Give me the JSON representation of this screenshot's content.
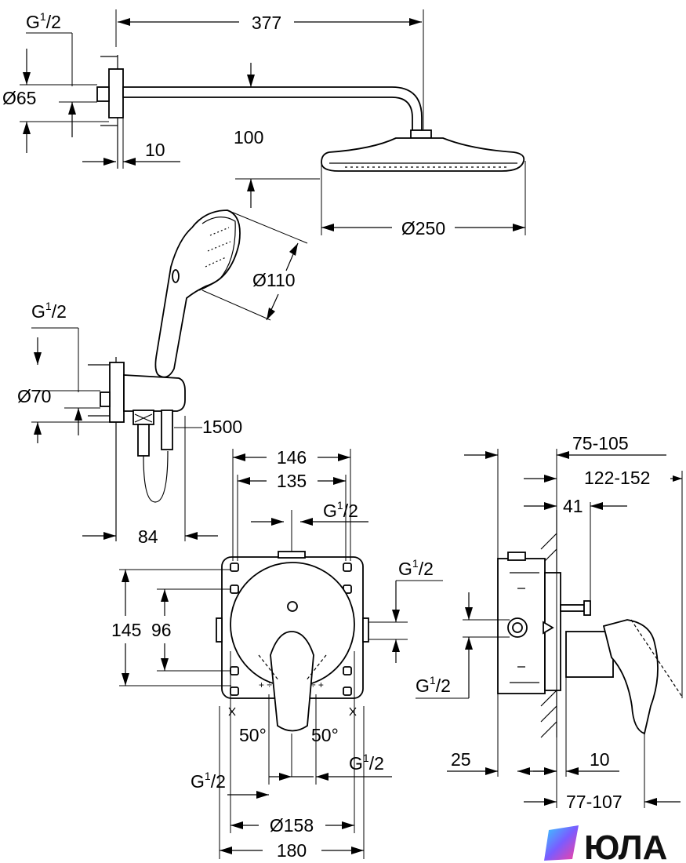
{
  "overhead_shower": {
    "arm_length": "377",
    "thread": "G",
    "thread_num": "1",
    "thread_den": "2",
    "flange_diameter": "Ø65",
    "wall_gap": "10",
    "arm_drop": "100",
    "head_diameter": "Ø250"
  },
  "hand_shower": {
    "head_diameter": "Ø110",
    "thread": "G",
    "thread_num": "1",
    "thread_den": "2",
    "outlet_diameter": "Ø70",
    "hose_length": "1500",
    "projection": "84"
  },
  "mixer_front": {
    "width_outer": "146",
    "width_inner": "135",
    "thread_top": "G",
    "thread_right": "G",
    "thread_bottom_left": "G",
    "thread_bottom_right": "G",
    "thread_num": "1",
    "thread_den": "2",
    "height_outer": "145",
    "height_inner": "96",
    "angle_left": "50°",
    "angle_right": "50°",
    "rosette_diameter": "Ø158",
    "overall_width": "180"
  },
  "mixer_side": {
    "range_1": "75-105",
    "range_2": "122-152",
    "depth_41": "41",
    "thread": "G",
    "thread_num": "1",
    "thread_den": "2",
    "depth_25": "25",
    "depth_10": "10",
    "range_3": "77-107"
  },
  "watermark": {
    "brand": "ЮЛА"
  }
}
